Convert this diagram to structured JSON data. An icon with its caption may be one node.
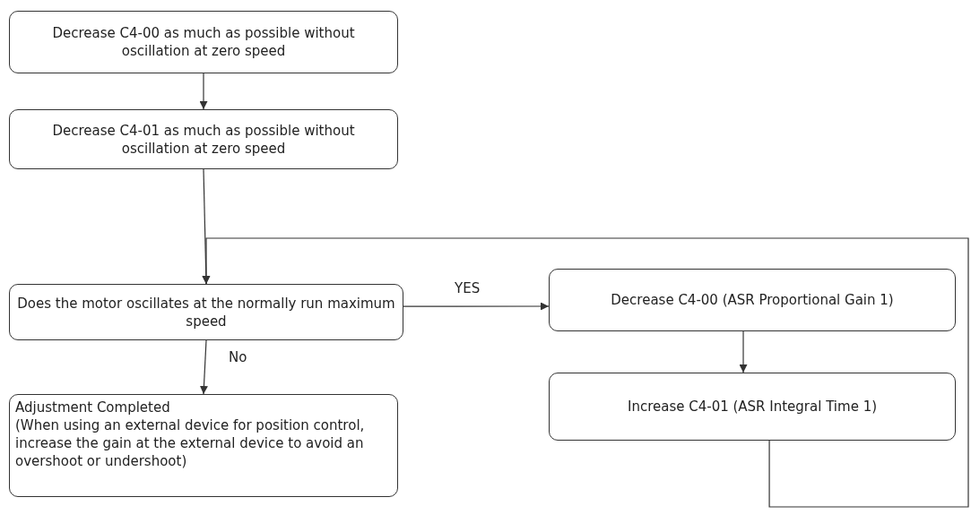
{
  "diagram": {
    "nodes": [
      {
        "text": [
          "Decrease C4-00 as much as possible without oscillation at zero speed"
        ]
      },
      {
        "text": [
          "Decrease C4-01 as much as possible without oscillation at zero speed"
        ]
      },
      {
        "text": [
          "Does the motor oscillates at the normally run maximum speed"
        ]
      },
      {
        "text": [
          "Decrease C4-00 (ASR Proportional Gain 1)"
        ]
      },
      {
        "text": [
          "Increase C4-01 (ASR Integral Time 1)"
        ]
      },
      {
        "text": [
          "Adjustment Completed",
          "(When using an external device for position control, increase the gain at the external device to avoid an overshoot or undershoot)"
        ]
      }
    ],
    "edges": [
      {
        "from": 0,
        "to": 1,
        "arrow": "to"
      },
      {
        "from": 1,
        "to": 2,
        "arrow": "to"
      },
      {
        "from": 2,
        "to": 3,
        "arrow": "to",
        "label": "YES"
      },
      {
        "from": 3,
        "to": 4,
        "arrow": "to"
      },
      {
        "from": 2,
        "to": 5,
        "arrow": "to",
        "label": "No"
      },
      {
        "from": 4,
        "to": 2,
        "arrow": "to"
      }
    ]
  }
}
